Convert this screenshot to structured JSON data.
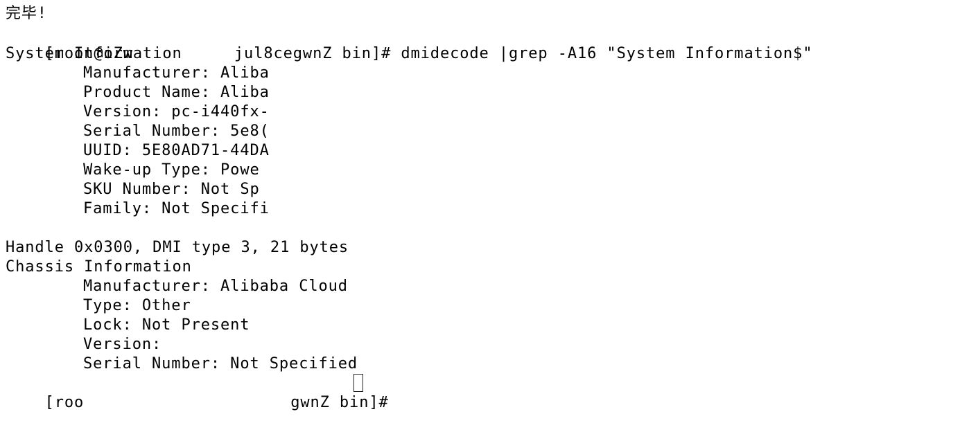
{
  "terminal": {
    "header": "完毕!",
    "prompt1_a": "[root@iZw",
    "prompt1_b": "jul8cegwnZ bin]# dmidecode |grep -A16 \"System Information$\"",
    "sys_info": "System Information",
    "manufacturer": "Manufacturer: Aliba",
    "product_name": "Product Name: Aliba",
    "version": "Version: pc-i440fx-",
    "serial": "Serial Number: 5e8(",
    "uuid": "UUID: 5E80AD71-44DA",
    "wakeup": "Wake-up Type: Powe",
    "sku": "SKU Number: Not Sp",
    "family": "Family: Not Specifi",
    "handle": "Handle 0x0300, DMI type 3, 21 bytes",
    "chassis": "Chassis Information",
    "ch_manufacturer": "Manufacturer: Alibaba Cloud",
    "ch_type": "Type: Other",
    "ch_lock": "Lock: Not Present",
    "ch_version": "Version:",
    "ch_serial": "Serial Number: Not Specified",
    "prompt2_a": "[roo",
    "prompt2_b": "gwnZ bin]#"
  }
}
